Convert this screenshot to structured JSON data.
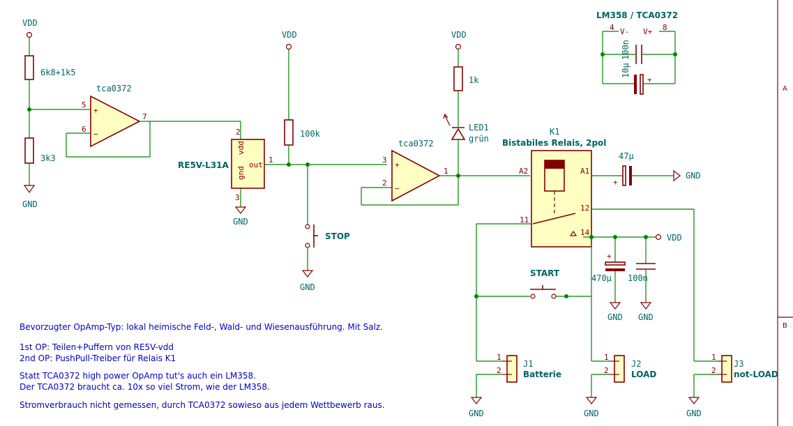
{
  "power": {
    "vdd": "VDD",
    "gnd": "GND"
  },
  "components": {
    "r_top_value": "6k8+1k5",
    "r_bottom_value": "3k3",
    "opamp1_name": "tca0372",
    "opamp1_pin_plus": "5",
    "opamp1_pin_minus": "6",
    "opamp1_pin_out": "7",
    "reg_name": "RE5V-L31A",
    "reg_pin_vdd_label": "vdd",
    "reg_pin_gnd_label": "gnd",
    "reg_pin_out_label": "out",
    "reg_pin_vdd_num": "2",
    "reg_pin_gnd_num": "3",
    "reg_pin_out_num": "1",
    "r_pullup_value": "100k",
    "stop_label": "STOP",
    "r_led_value": "1k",
    "led_name": "LED1",
    "led_value": "grün",
    "opamp2_name": "tca0372",
    "opamp2_pin_plus": "3",
    "opamp2_pin_minus": "2",
    "opamp2_pin_out": "1",
    "relay_ref": "K1",
    "relay_value": "Bistabiles Relais, 2pol",
    "relay_pin_a2": "A2",
    "relay_pin_a1": "A1",
    "relay_pin_11": "11",
    "relay_pin_12": "12",
    "relay_pin_14": "14",
    "c_series_value": "47µ",
    "c_supply_title": "LM358 / TCA0372",
    "c_supply_pin_vminus": "4",
    "c_supply_label_vminus": "V-",
    "c_supply_label_vplus": "V+",
    "c_supply_pin_vplus": "8",
    "c_supply_small": "100n",
    "c_supply_big": "10µ",
    "start_label": "START",
    "c_470_value": "470µ",
    "c_100n_value": "100n",
    "j1_ref": "J1",
    "j1_value": "Batterie",
    "j2_ref": "J2",
    "j2_value": "LOAD",
    "j3_ref": "J3",
    "j3_value": "not-LOAD",
    "pin_one": "1",
    "pin_two": "2"
  },
  "notes": [
    "Bevorzugter OpAmp-Typ: lokal heimische Feld-, Wald- und Wiesenausführung. Mit Salz.",
    "1st OP: Teilen+Puffern von RE5V-vdd",
    "2nd OP: PushPull-Treiber für Relais K1",
    "Statt TCA0372 high power OpAmp tut's auch ein LM358.",
    "Der TCA0372 braucht ca. 10x so viel Strom, wie der LM358.",
    "Stromverbrauch nicht gemessen, durch TCA0372 sowieso aus jedem Wettbewerb raus."
  ],
  "frame": {
    "row_a": "A",
    "row_b": "B"
  }
}
